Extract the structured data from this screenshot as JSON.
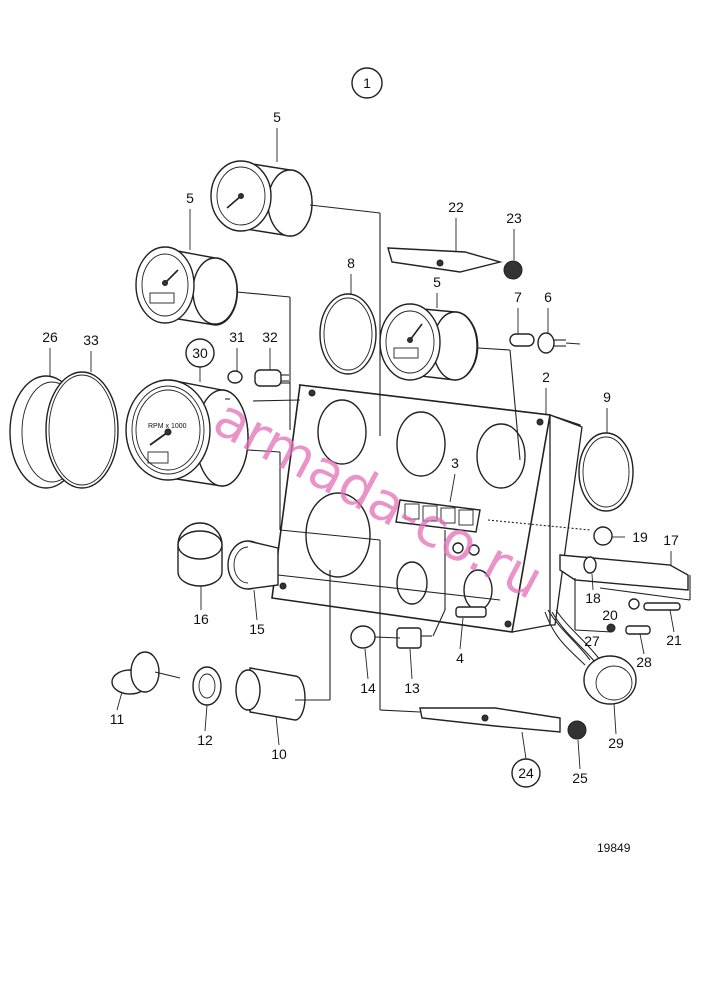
{
  "figure": {
    "group_number": "1",
    "reference_number": "19849",
    "watermark": "armada-co.ru"
  },
  "callouts": {
    "c2": "2",
    "c3": "3",
    "c4": "4",
    "c5a": "5",
    "c5b": "5",
    "c5c": "5",
    "c6": "6",
    "c7": "7",
    "c8": "8",
    "c9": "9",
    "c10": "10",
    "c11": "11",
    "c12": "12",
    "c13": "13",
    "c14": "14",
    "c15": "15",
    "c16": "16",
    "c17": "17",
    "c18": "18",
    "c19": "19",
    "c20": "20",
    "c21": "21",
    "c22": "22",
    "c23": "23",
    "c24": "24",
    "c25": "25",
    "c26": "26",
    "c27": "27",
    "c28": "28",
    "c29": "29",
    "c30": "30",
    "c31": "31",
    "c32": "32",
    "c33": "33"
  },
  "tachometer_face_text": "RPM x 1000"
}
